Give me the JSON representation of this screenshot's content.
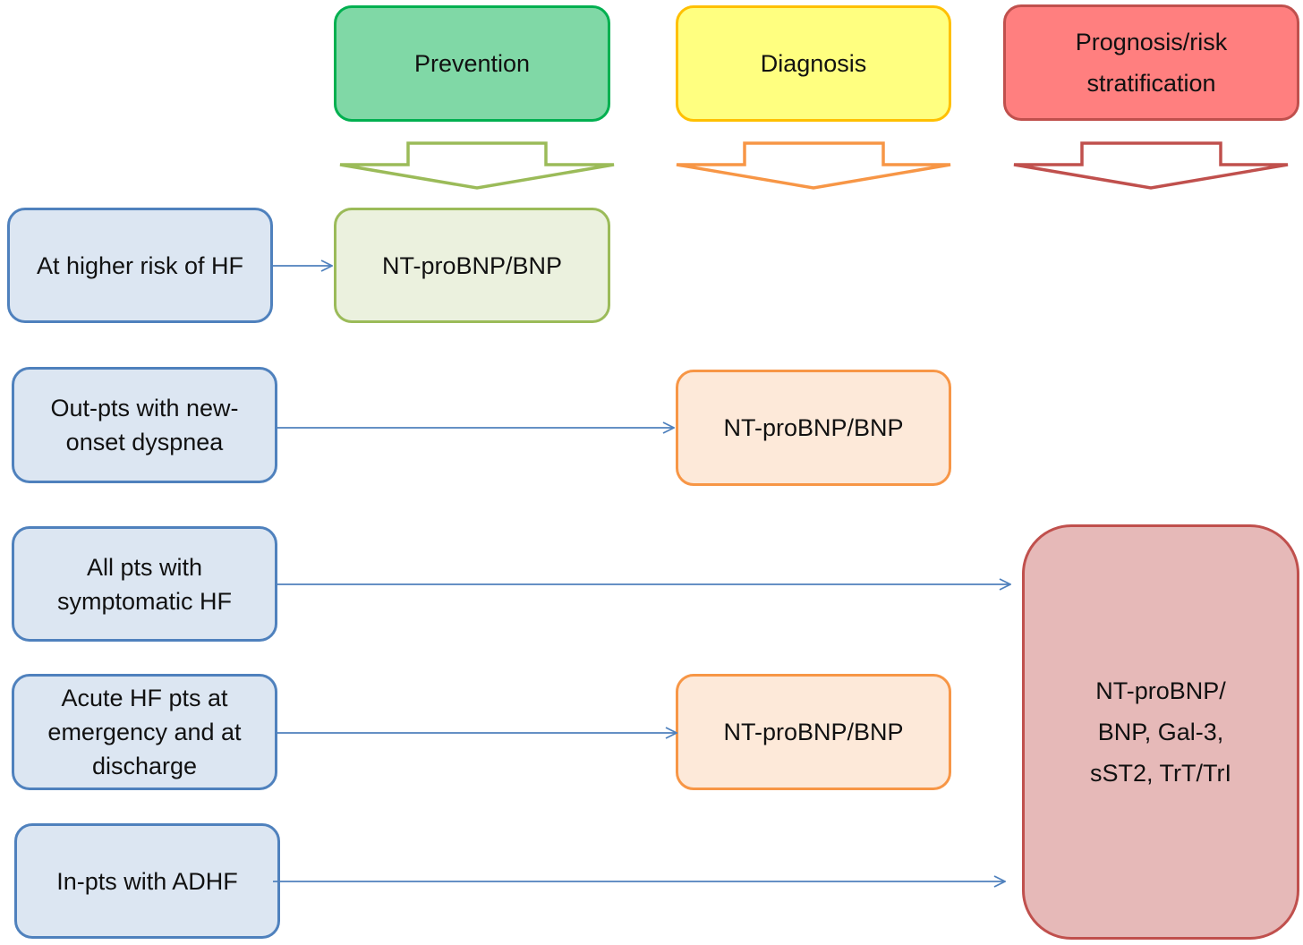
{
  "headers": {
    "prevention": "Prevention",
    "diagnosis": "Diagnosis",
    "prognosis_line1": "Prognosis/risk",
    "prognosis_line2": "stratification"
  },
  "populations": {
    "higher_risk": "At higher risk of HF",
    "outpts_line1": "Out-pts with new-",
    "outpts_line2": "onset dyspnea",
    "allpts_line1": "All pts with",
    "allpts_line2": "symptomatic HF",
    "acute_line1": "Acute HF pts at",
    "acute_line2": "emergency and at",
    "acute_line3": "discharge",
    "inpts": "In-pts with ADHF"
  },
  "biomarkers": {
    "prevention": "NT-proBNP/BNP",
    "diagnosis_outpts": "NT-proBNP/BNP",
    "diagnosis_acute": "NT-proBNP/BNP",
    "prognosis_line1": "NT-proBNP/",
    "prognosis_line2": "BNP, Gal-3,",
    "prognosis_line3": "sST2, TrT/TrI"
  },
  "colors": {
    "prevention_fill": "#80d8a6",
    "prevention_border": "#00b050",
    "prevention_arrow": "#9bbb59",
    "diagnosis_fill": "#ffff80",
    "diagnosis_border": "#ffc000",
    "diagnosis_arrow": "#f79646",
    "prognosis_fill": "#ff7f7f",
    "prognosis_border": "#c0504d",
    "population_fill": "#dce6f2",
    "population_border": "#4f81bd",
    "prevention_result_fill": "#ebf1de",
    "diagnosis_result_fill": "#fde9d9",
    "prognosis_result_fill": "#e6b9b8",
    "connector": "#4f81bd"
  }
}
